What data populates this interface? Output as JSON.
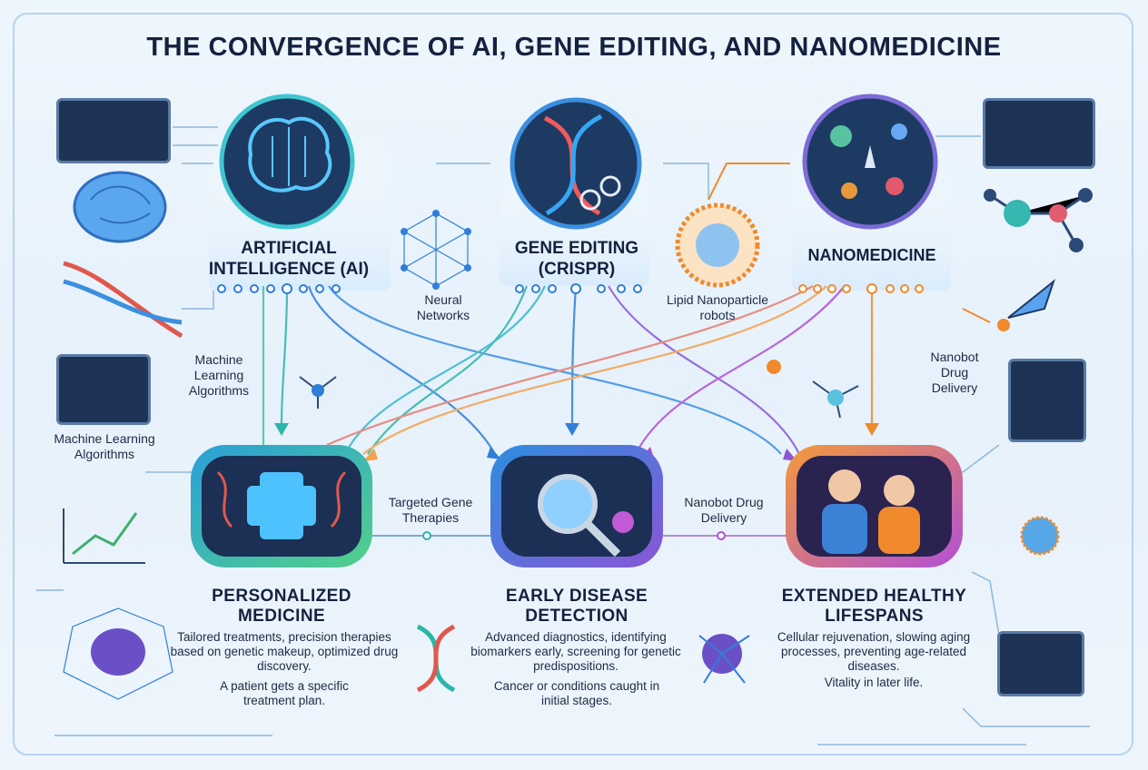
{
  "title": "THE CONVERGENCE OF AI, GENE EDITING, AND NANOMEDICINE",
  "pillars": {
    "ai": "ARTIFICIAL INTELLIGENCE (AI)",
    "gene": "GENE EDITING (CRISPR)",
    "nano": "NANOMEDICINE"
  },
  "side_labels": {
    "neural": "Neural Networks",
    "lipid": "Lipid Nanoparticle robots",
    "ml_1": "Machine Learning Algorithms",
    "ml_2": "Machine Learning Algorithms",
    "nanobot_1": "Nanobot Drug Delivery",
    "targeted": "Targeted Gene Therapies",
    "nanobot_2": "Nanobot Drug Delivery"
  },
  "outcomes": {
    "personalized": {
      "heading": "PERSONALIZED MEDICINE",
      "text": "Tailored treatments, precision therapies based on genetic makeup, optimized drug discovery.",
      "example": "A patient gets a specific treatment plan."
    },
    "early": {
      "heading": "EARLY DISEASE DETECTION",
      "text": "Advanced diagnostics, identifying biomarkers early, screening for genetic predispositions.",
      "example": "Cancer or conditions caught in initial stages."
    },
    "extended": {
      "heading": "EXTENDED HEALTHY LIFESPANS",
      "text": "Cellular rejuvenation, slowing aging processes, preventing age-related diseases.",
      "example": "Vitality in later life."
    }
  },
  "colors": {
    "accent_blue": "#2f7fd8",
    "teal": "#2bb6a8",
    "orange": "#f08a2c",
    "purple": "#8a56d6"
  }
}
